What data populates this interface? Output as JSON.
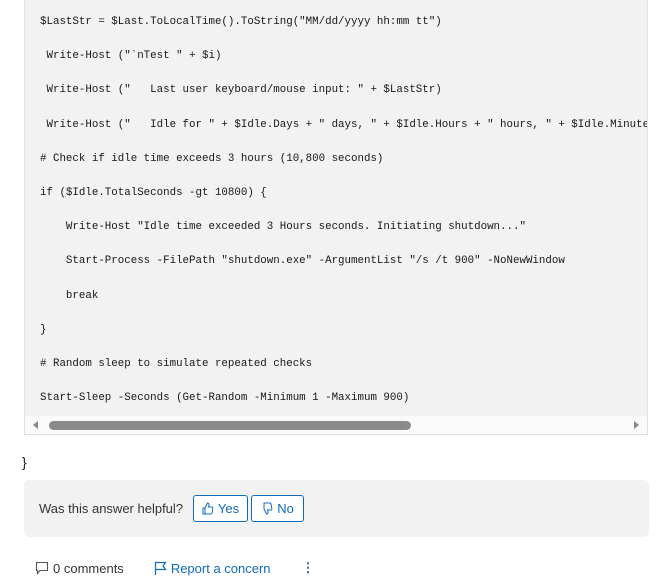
{
  "code": {
    "lines": [
      "$LastStr = $Last.ToLocalTime().ToString(\"MM/dd/yyyy hh:mm tt\")",
      " Write-Host (\"`nTest \" + $i)",
      " Write-Host (\"   Last user keyboard/mouse input: \" + $LastStr)",
      " Write-Host (\"   Idle for \" + $Idle.Days + \" days, \" + $Idle.Hours + \" hours, \" + $Idle.Minutes + \" minutes, \" + $Idle.Seconds + \" seconds.\")",
      "# Check if idle time exceeds 3 hours (10,800 seconds)",
      "if ($Idle.TotalSeconds -gt 10800) {",
      "    Write-Host \"Idle time exceeded 3 Hours seconds. Initiating shutdown...\"",
      "    Start-Process -FilePath \"shutdown.exe\" -ArgumentList \"/s /t 900\" -NoNewWindow",
      "    break",
      "}",
      "# Random sleep to simulate repeated checks",
      "Start-Sleep -Seconds (Get-Random -Minimum 1 -Maximum 900)"
    ],
    "closing_brace": "}"
  },
  "feedback": {
    "question": "Was this answer helpful?",
    "yes_label": "Yes",
    "no_label": "No"
  },
  "footer": {
    "comments_label": "0 comments",
    "report_label": "Report a concern",
    "more_icon": "⋮"
  }
}
